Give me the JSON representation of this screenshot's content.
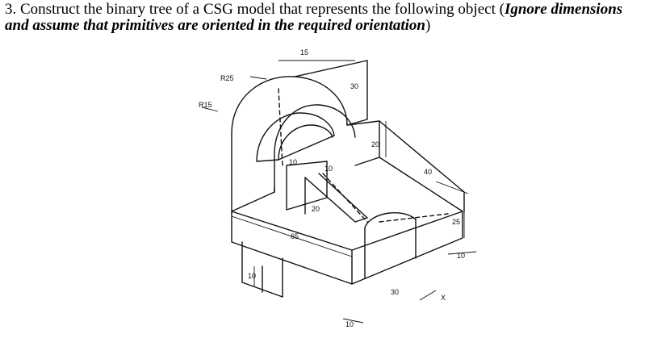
{
  "question": {
    "number": "3.",
    "text_plain": "Construct the binary tree of a CSG model that represents the following object (",
    "line1_emph": "Ignore",
    "line2_emph": "dimensions and assume that primitives are oriented in the required orientation",
    "close_paren": ")"
  },
  "figure": {
    "labels": {
      "r25": "R25",
      "r15": "R15",
      "d15": "15",
      "d30": "30",
      "d20_right": "20",
      "d10_slot": "10",
      "d10_rib": "10",
      "d40": "40",
      "d25": "25",
      "d20_inner": "20",
      "d65": "65",
      "d10_right": "10",
      "d10_left": "10",
      "d30_bottom": "30",
      "d10_bottom": "10",
      "x_label": "X"
    }
  }
}
